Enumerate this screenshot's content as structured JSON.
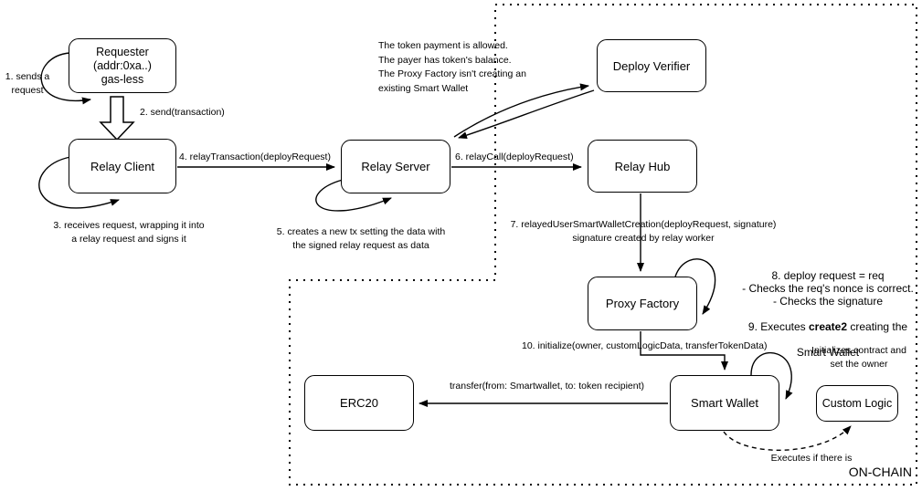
{
  "diagram": {
    "nodes": {
      "requester": {
        "label": "Requester\n(addr:0xa..)\ngas-less"
      },
      "relay_client": {
        "label": "Relay Client"
      },
      "relay_server": {
        "label": "Relay Server"
      },
      "deploy_verifier": {
        "label": "Deploy Verifier"
      },
      "relay_hub": {
        "label": "Relay Hub"
      },
      "proxy_factory": {
        "label": "Proxy Factory"
      },
      "smart_wallet": {
        "label": "Smart Wallet"
      },
      "custom_logic": {
        "label": "Custom Logic"
      },
      "erc20": {
        "label": "ERC20"
      }
    },
    "annotations": {
      "step1": "1. sends a\nrequest",
      "step2": "2. send(transaction)",
      "step3": "3. receives request, wrapping it into\na relay request and signs it",
      "step4": "4. relayTransaction(deployRequest)",
      "step5": "5. creates a new tx setting the data with\nthe signed relay request as data",
      "step6": "6. relayCall(deployRequest)",
      "verifier_note": "The token payment is allowed.\nThe payer has token's balance.\nThe Proxy Factory isn't creating an\nexisting Smart Wallet",
      "step7": "7. relayedUserSmartWalletCreation(deployRequest, signature)\nsignature created by relay worker",
      "step8_lines": "8. deploy request = req\n- Checks the req's nonce is correct.\n- Checks the signature",
      "step9_pre": "9. Executes ",
      "step9_bold": "create2",
      "step9_post": " creating the",
      "step9_last": "Smart Wallet",
      "step10": "10. initialize(owner, customLogicData, transferTokenData)",
      "init_note": "Initializes contract and\nset the owner",
      "transfer_label": "transfer(from: Smartwallet, to: token recipient)",
      "executes_note": "Executes if there is",
      "onchain_label": "ON-CHAIN"
    },
    "colors": {
      "line": "#000000",
      "node_fill": "#ffffff"
    }
  }
}
